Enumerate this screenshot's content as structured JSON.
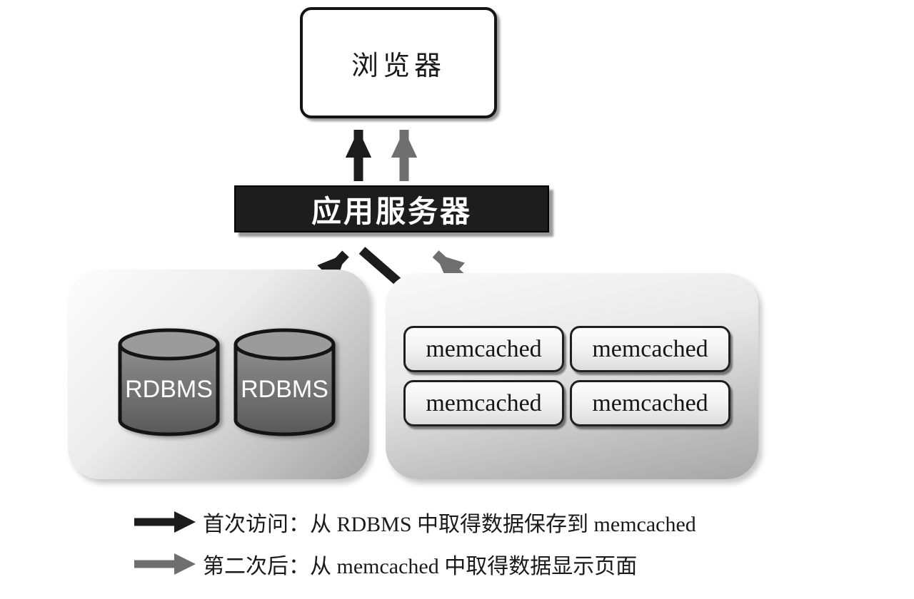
{
  "colors": {
    "black_arrow": "#1c1c1c",
    "gray_arrow": "#6f6f6f",
    "app_server_bg": "#1d1d1d",
    "app_server_text": "#ffffff",
    "cylinder_top": "#9b9b9b",
    "outline": "#141414"
  },
  "nodes": {
    "browser": "浏览器",
    "app_server": "应用服务器",
    "rdbms": [
      "RDBMS",
      "RDBMS"
    ],
    "memcached": [
      "memcached",
      "memcached",
      "memcached",
      "memcached"
    ]
  },
  "legend": {
    "items": [
      {
        "arrow": "black-arrow",
        "label": "首次访问：从 RDBMS 中取得数据保存到 memcached"
      },
      {
        "arrow": "gray-arrow",
        "label": "第二次后：从 memcached 中取得数据显示页面"
      }
    ]
  }
}
